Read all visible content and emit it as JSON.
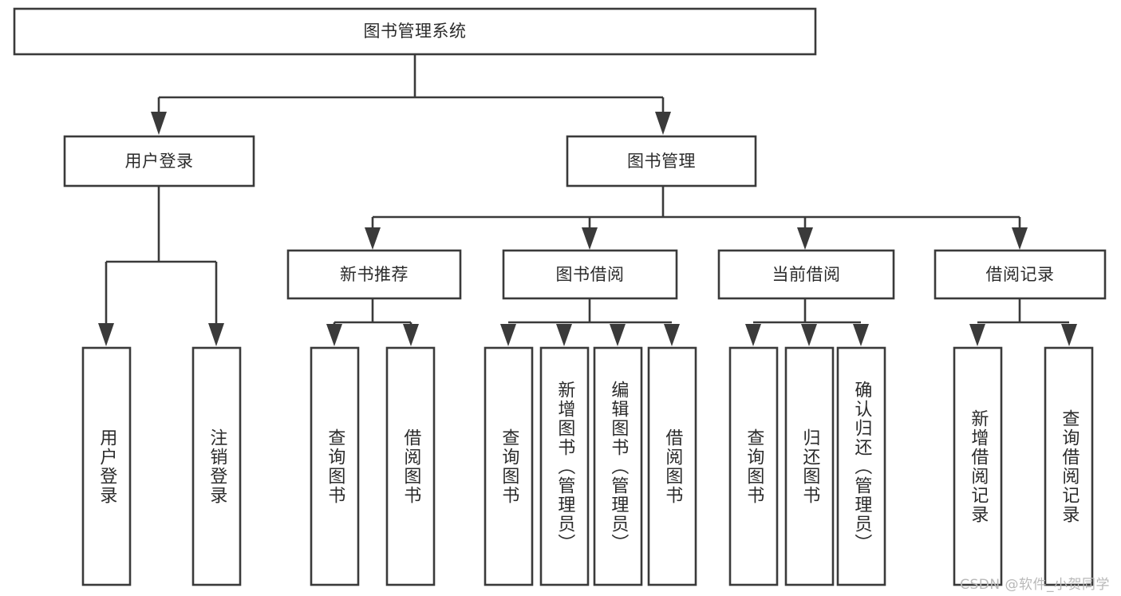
{
  "diagram": {
    "title": "图书管理系统",
    "type": "tree-hierarchy",
    "watermark": "CSDN @软件_小贺同学",
    "colors": {
      "stroke": "#3a3a3a",
      "fill": "#ffffff",
      "text": "#2b2b2b",
      "watermark": "#b8b8b8",
      "background": "#ffffff"
    },
    "levels": {
      "root": {
        "label": "图书管理系统",
        "orientation": "horizontal"
      },
      "level2": [
        {
          "label": "用户登录",
          "orientation": "horizontal"
        },
        {
          "label": "图书管理",
          "orientation": "horizontal"
        }
      ],
      "level3": [
        {
          "label": "新书推荐",
          "orientation": "horizontal"
        },
        {
          "label": "图书借阅",
          "orientation": "horizontal"
        },
        {
          "label": "当前借阅",
          "orientation": "horizontal"
        },
        {
          "label": "借阅记录",
          "orientation": "horizontal"
        }
      ],
      "leaves": {
        "user_login": [
          {
            "label": "用户登录",
            "orientation": "vertical"
          },
          {
            "label": "注销登录",
            "orientation": "vertical"
          }
        ],
        "new_book_recommend": [
          {
            "label": "查询图书",
            "orientation": "vertical"
          },
          {
            "label": "借阅图书",
            "orientation": "vertical"
          }
        ],
        "book_borrow": [
          {
            "label": "查询图书",
            "orientation": "vertical"
          },
          {
            "label": "新增图书（管理员）",
            "orientation": "vertical"
          },
          {
            "label": "编辑图书（管理员）",
            "orientation": "vertical"
          },
          {
            "label": "借阅图书",
            "orientation": "vertical"
          }
        ],
        "current_borrow": [
          {
            "label": "查询图书",
            "orientation": "vertical"
          },
          {
            "label": "归还图书",
            "orientation": "vertical"
          },
          {
            "label": "确认归还（管理员）",
            "orientation": "vertical"
          }
        ],
        "borrow_record": [
          {
            "label": "新增借阅记录",
            "orientation": "vertical"
          },
          {
            "label": "查询借阅记录",
            "orientation": "vertical"
          }
        ]
      }
    }
  }
}
